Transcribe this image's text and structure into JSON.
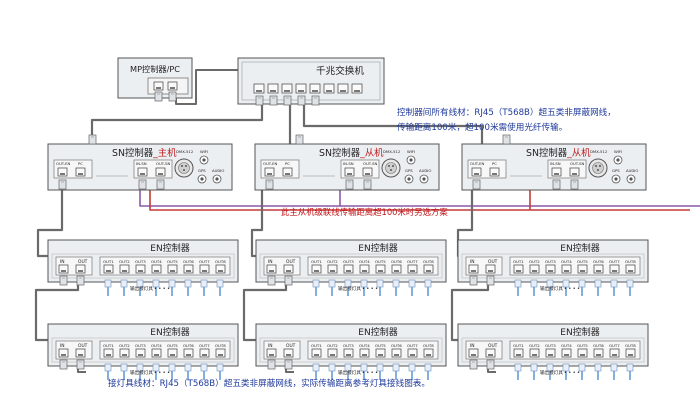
{
  "colors": {
    "cable_main": "#6a6a6a",
    "cable_red": "#c43a3a",
    "cable_purple": "#8a5aa8",
    "lamp_blue": "#4f8fd0",
    "box_fill": "#eceff2",
    "box_stroke": "#555555",
    "note_blue": "#1f3a9b",
    "note_red": "#c0181b",
    "label_red": "#c0181b"
  },
  "mp_controller": {
    "title": "MP控制器/PC"
  },
  "switch": {
    "title": "千兆交换机"
  },
  "sn_controllers": [
    {
      "title_prefix": "SN控制器",
      "title_suffix": "_主机",
      "port_labels": [
        "OUT-EN",
        "PC",
        "IN-SN",
        "OUT-SN"
      ],
      "xlr_label": "DMX-512",
      "wifi_label": "WIFI",
      "gps_label": "GPS",
      "audio_label": "AUDIO"
    },
    {
      "title_prefix": "SN控制器",
      "title_suffix": "_从机",
      "port_labels": [
        "OUT-EN",
        "PC",
        "IN-SN",
        "OUT-SN"
      ],
      "xlr_label": "DMX-512",
      "wifi_label": "WIFI",
      "gps_label": "GPS",
      "audio_label": "AUDIO"
    },
    {
      "title_prefix": "SN控制器",
      "title_suffix": "_从机",
      "port_labels": [
        "OUT-EN",
        "PC",
        "IN-SN",
        "OUT-SN"
      ],
      "xlr_label": "DMX-512",
      "wifi_label": "WIFI",
      "gps_label": "GPS",
      "audio_label": "AUDIO"
    }
  ],
  "en_controller": {
    "title": "EN控制器",
    "in_label": "IN",
    "out_label": "OUT",
    "outputs": [
      "OUT1",
      "OUT2",
      "OUT3",
      "OUT4",
      "OUT5",
      "OUT6",
      "OUT7",
      "OUT8"
    ],
    "lamp_label": "输出接灯具",
    "dots": "• • • •"
  },
  "notes": {
    "controller_wire_line1": "控制器间所有线材：RJ45（T568B）超五类非屏蔽网线，",
    "controller_wire_line2": "传输距离100米，超100米需使用光纤传输。",
    "fiber_note": "此主从机级联线传输距离超100米时另选方案",
    "lamp_wire": "接灯具线材：RJ45（T568B）超五类非屏蔽网线，实际传输距离参考灯具接线图表。"
  }
}
